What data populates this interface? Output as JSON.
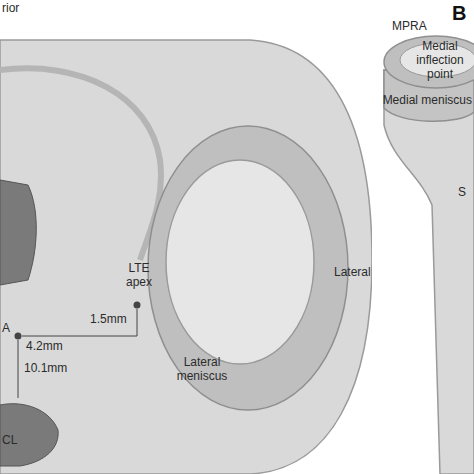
{
  "diagram": {
    "labels": [
      "rior",
      "Lateral",
      "LTE apex",
      "A",
      "4.2mm",
      "1.5mm",
      "10.1mm",
      "Lateral meniscus",
      "CL",
      "B",
      "MPRA",
      "Medial inflection point",
      "Medial meniscus",
      "S"
    ]
  }
}
